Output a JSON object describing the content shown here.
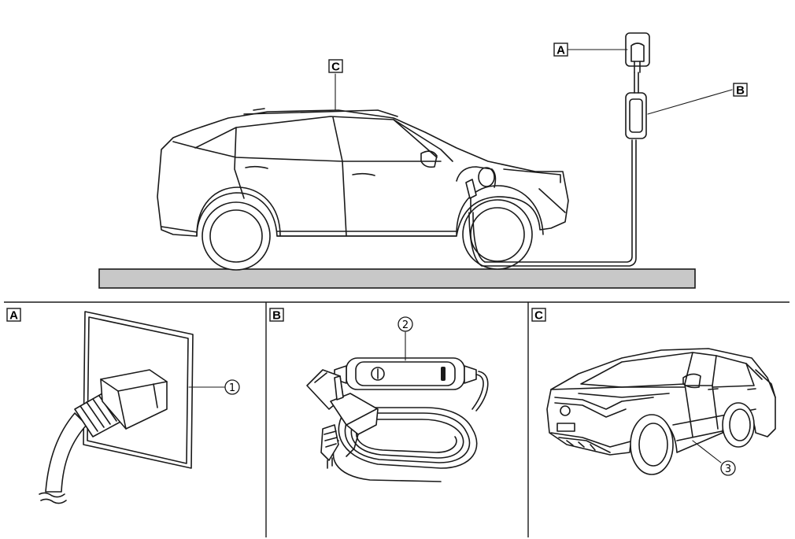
{
  "labels": {
    "plug_callout": "A",
    "control_box_callout": "B",
    "vehicle_callout": "C",
    "panel_a_title": "A",
    "panel_b_title": "B",
    "panel_c_title": "C",
    "item_1": "①",
    "item_2": "②",
    "item_3": "③"
  },
  "colors": {
    "line": "#1a1a1a",
    "ground": "#c8c8c8",
    "background": "#ffffff"
  },
  "icons": {
    "panel_b_button": "power-button-icon"
  }
}
